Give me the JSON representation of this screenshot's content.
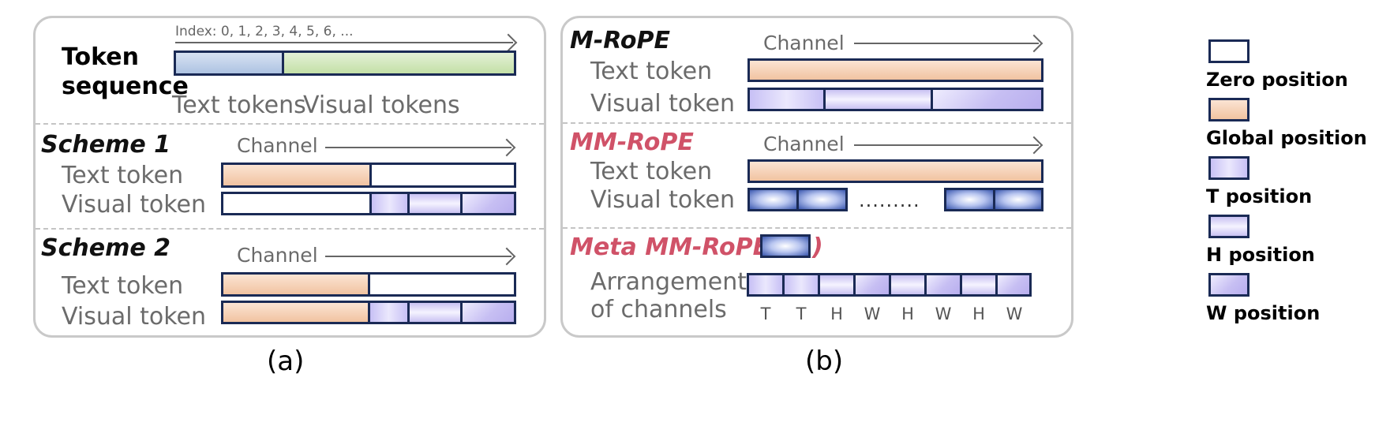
{
  "panel_a": {
    "caption": "(a)",
    "index_label": "Index: 0, 1, 2, 3, 4, 5, 6, ...",
    "token_sequence_line1": "Token",
    "token_sequence_line2": "sequence",
    "text_tokens": "Text tokens",
    "visual_tokens": "Visual tokens",
    "scheme1": {
      "title": "Scheme 1",
      "channel": "Channel",
      "text_row": "Text token",
      "visual_row": "Visual token"
    },
    "scheme2": {
      "title": "Scheme 2",
      "channel": "Channel",
      "text_row": "Text token",
      "visual_row": "Visual token"
    }
  },
  "panel_b": {
    "caption": "(b)",
    "mrope": {
      "title": "M-RoPE",
      "channel": "Channel",
      "text_row": "Text token",
      "visual_row": "Visual token"
    },
    "mmrope": {
      "title": "MM-RoPE",
      "channel": "Channel",
      "text_row": "Text token",
      "visual_row": "Visual token",
      "ellipsis": "........."
    },
    "meta": {
      "title": "Meta MM-RoPE (",
      "close_paren": ")",
      "arrangement_line1": "Arrangement",
      "arrangement_line2": "of channels",
      "channel_labels": [
        "T",
        "T",
        "H",
        "W",
        "H",
        "W",
        "H",
        "W"
      ]
    }
  },
  "legend": {
    "zero": "Zero position",
    "global": "Global position",
    "t": "T position",
    "h": "H position",
    "w": "W position"
  },
  "colors": {
    "zero": "#ffffff",
    "global": "#f1c3a1",
    "t": "#c7c0f5",
    "h": "#e4e0fb",
    "w": "#c7bff3",
    "text_token_bar": "#aec3e2",
    "visual_token_bar": "#c4e0a7",
    "mmrope_title": "#d05268"
  }
}
